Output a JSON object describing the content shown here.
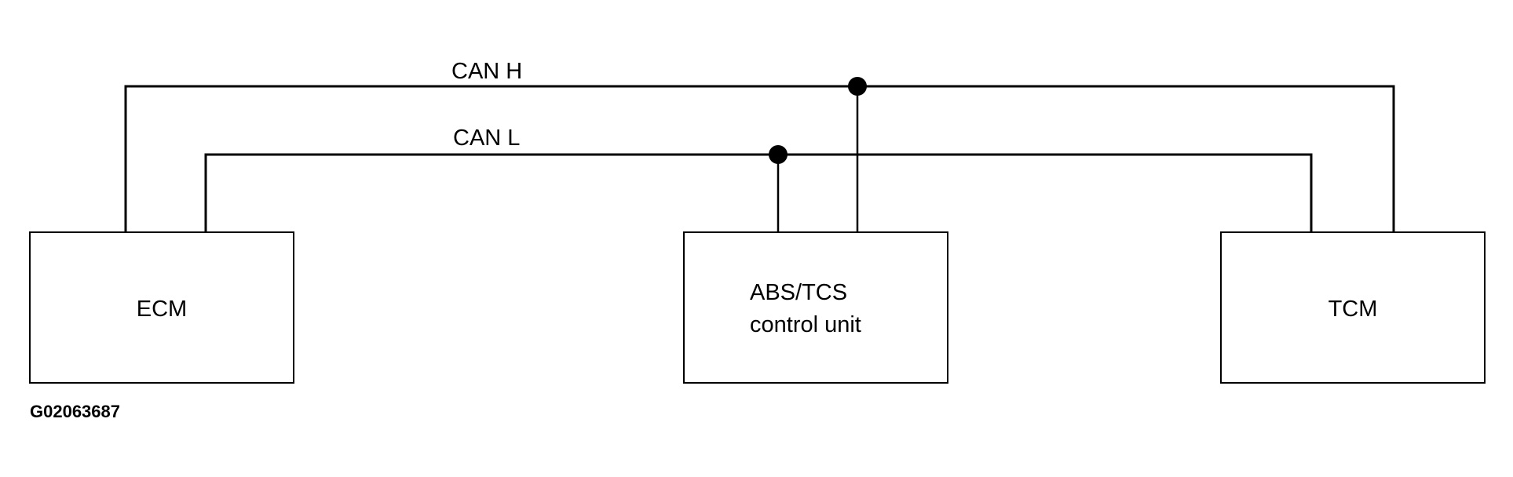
{
  "bus": {
    "high_label": "CAN H",
    "low_label": "CAN L"
  },
  "modules": {
    "ecm": {
      "label": "ECM"
    },
    "abs": {
      "line1": "ABS/TCS",
      "line2": "control unit"
    },
    "tcm": {
      "label": "TCM"
    }
  },
  "figure_id": "G02063687",
  "colors": {
    "line": "#000000",
    "background": "#ffffff"
  }
}
